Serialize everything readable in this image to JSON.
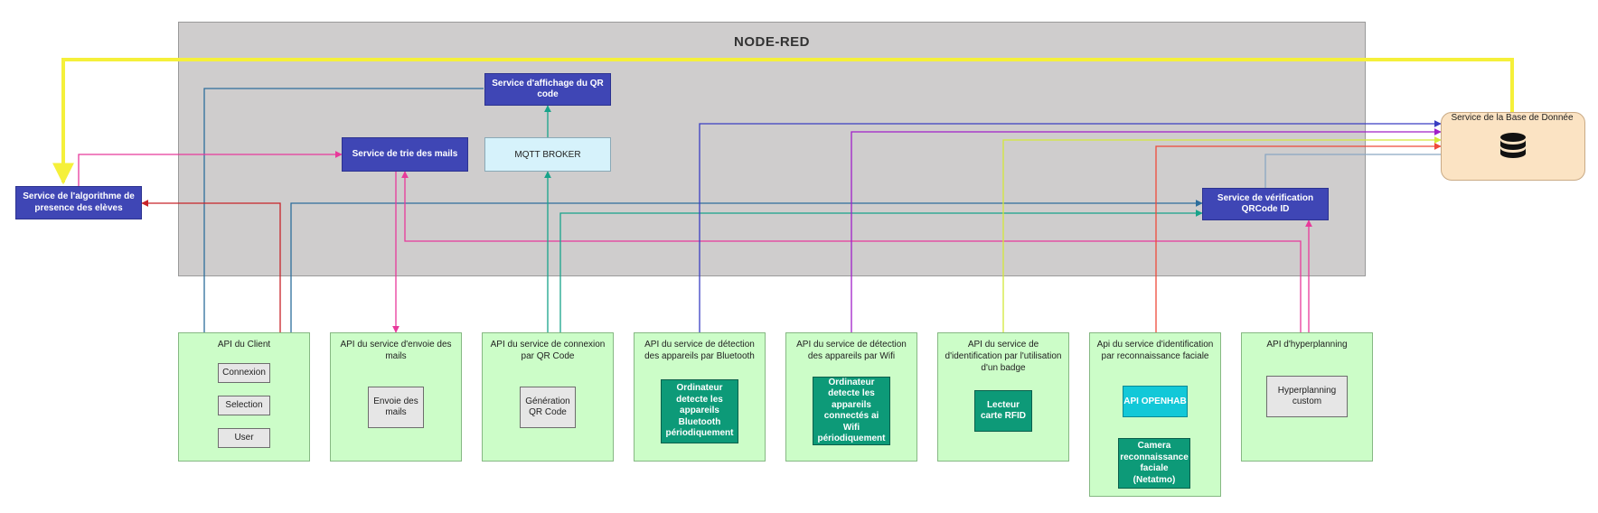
{
  "node_red": {
    "title": "NODE-RED",
    "services": {
      "qr_display": "Service d'affichage du QR code",
      "mail_sort": "Service de trie des mails",
      "mqtt": "MQTT BROKER",
      "presence": "Service de l'algorithme de presence des elèves",
      "qr_verify": "Service de vérification QRCode ID"
    }
  },
  "database": {
    "label": "Service de la Base de Donnée",
    "icon": "database-icon"
  },
  "apis": [
    {
      "title": "API du Client",
      "items": [
        "Connexion",
        "Selection",
        "User"
      ]
    },
    {
      "title": "API du service d'envoie des mails",
      "items": [
        "Envoie des mails"
      ]
    },
    {
      "title": "API du service de connexion par QR Code",
      "items": [
        "Génération QR Code"
      ]
    },
    {
      "title": "API du service de détection des appareils par Bluetooth",
      "items": [
        "Ordinateur detecte les appareils Bluetooth périodiquement"
      ]
    },
    {
      "title": "API du service de détection des appareils par Wifi",
      "items": [
        "Ordinateur detecte les appareils connectés ai Wifi périodiquement"
      ]
    },
    {
      "title": "API du service de d'identification par l'utilisation d'un badge",
      "items": [
        "Lecteur carte RFID"
      ]
    },
    {
      "title": "Api du service d'identification par reconnaissance faciale",
      "items": [
        "API OPENHAB",
        "Camera reconnaissance faciale (Netatmo)"
      ]
    },
    {
      "title": "API d'hyperplanning",
      "items": [
        "Hyperplanning custom"
      ]
    }
  ],
  "colors": {
    "service_blue": "#3f46b5",
    "api_green": "#ccfdc8",
    "teal": "#0d9a78",
    "yellow_wire": "#f5f03a",
    "pink_wire": "#e8399b",
    "red_wire": "#c8242a",
    "blue_wire": "#2d6e9c"
  }
}
